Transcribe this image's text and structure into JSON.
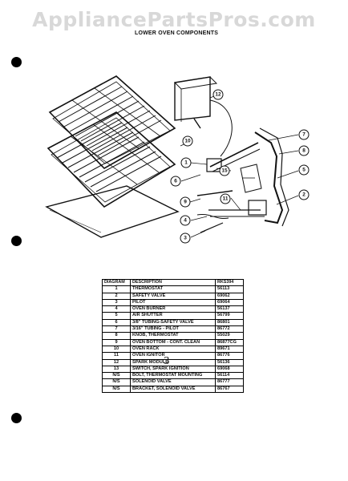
{
  "watermark": "AppliancePartsPros.com",
  "title": "LOWER OVEN COMPONENTS",
  "callouts": [
    "12",
    "10",
    "1",
    "15",
    "6",
    "9",
    "4",
    "3",
    "7",
    "8",
    "5",
    "2",
    "11"
  ],
  "table": {
    "headers": [
      "DIAGRAM",
      "DESCRIPTION",
      "RKS394"
    ],
    "rows": [
      [
        "1",
        "THERMOSTAT",
        "56113"
      ],
      [
        "2",
        "SAFETY VALVE",
        "69062"
      ],
      [
        "3",
        "PILOT",
        "69064"
      ],
      [
        "4",
        "OVEN BURNER",
        "56137"
      ],
      [
        "5",
        "AIR SHUTTER",
        "56799"
      ],
      [
        "6",
        "3/8\" TUBING-SAFETY VALVE",
        "86801"
      ],
      [
        "7",
        "3/16\" TUBING - PILOT",
        "86772"
      ],
      [
        "8",
        "KNOB, THERMOSTAT",
        "55029"
      ],
      [
        "9",
        "OVEN BOTTOM - CONT. CLEAN",
        "86877CG"
      ],
      [
        "10",
        "OVEN RACK",
        "89671"
      ],
      [
        "11",
        "OVEN IGNITOR",
        "86776"
      ],
      [
        "12",
        "SPARK MODULE",
        "56136"
      ],
      [
        "13",
        "SWITCH, SPARK IGNITION",
        "69068"
      ],
      [
        "N/S",
        "BOLT, THERMOSTAT MOUNTING",
        "56114"
      ],
      [
        "N/S",
        "SOLENOID VALVE",
        "86777"
      ],
      [
        "N/S",
        "BRACKET, SOLENOID VALVE",
        "86767"
      ]
    ]
  },
  "footer_mark": "3"
}
